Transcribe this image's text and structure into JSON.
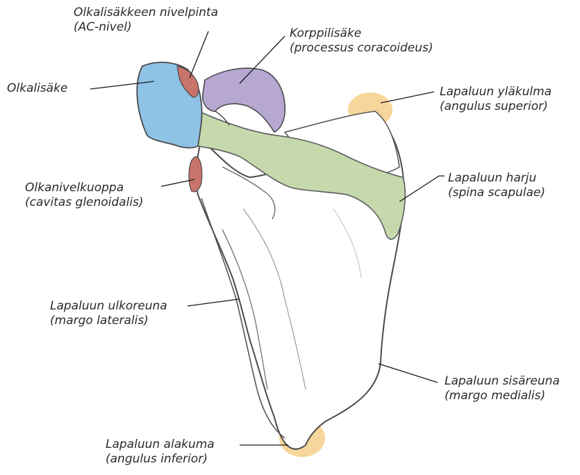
{
  "labels": {
    "ac_joint_surface": {
      "line1": "Olkalisäkkeen nivelpinta",
      "line2": "(AC-nivel)"
    },
    "coracoid": {
      "line1": "Korppilisäke",
      "line2": "(processus coracoideus)"
    },
    "acromion": {
      "line1": "Olkalisäke"
    },
    "superior_angle": {
      "line1": "Lapaluun yläkulma",
      "line2": "(angulus superior)"
    },
    "glenoid_cavity": {
      "line1": "Olkanivelkuoppa",
      "line2": "(cavitas glenoidalis)"
    },
    "spine": {
      "line1": "Lapaluun harju",
      "line2": "(spina scapulae)"
    },
    "lateral_border": {
      "line1": "Lapaluun ulkoreuna",
      "line2": "(margo lateralis)"
    },
    "medial_border": {
      "line1": "Lapaluun sisäreuna",
      "line2": "(margo medialis)"
    },
    "inferior_angle": {
      "line1": "Lapaluun alakuma",
      "line2": "(angulus inferior)"
    }
  },
  "colors": {
    "acromion": "#8fc3e6",
    "ac_joint": "#c9746b",
    "coracoid": "#b7a8d2",
    "spine": "#c6d9ad",
    "angle_highlight": "#f6cf8a",
    "bone_outline": "#4a4a4a"
  }
}
